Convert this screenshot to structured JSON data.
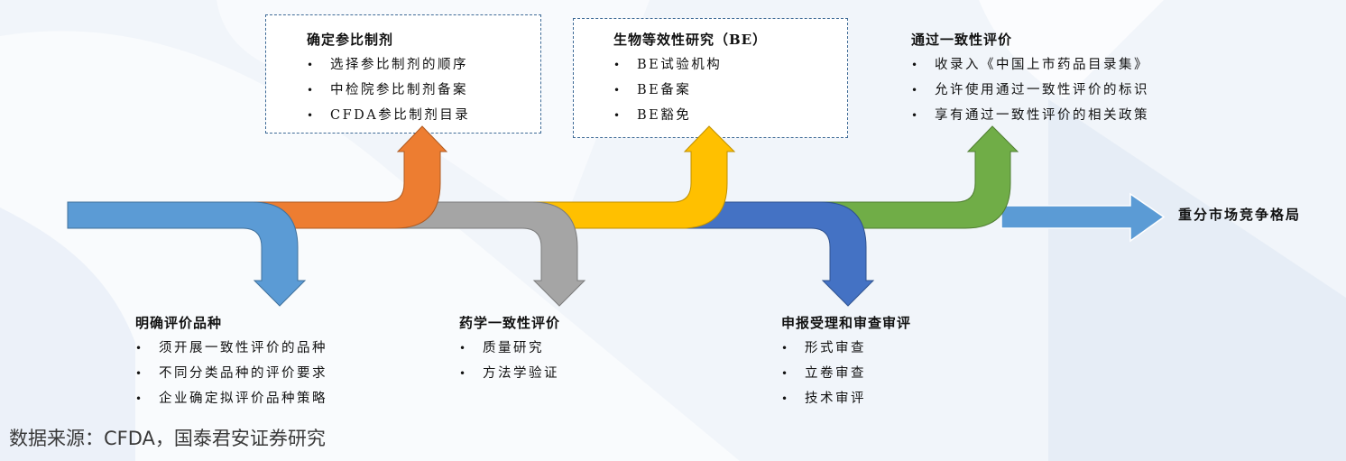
{
  "diagram": {
    "type": "process-flow",
    "colors": {
      "step1": "#5b9bd5",
      "step2": "#ed7d31",
      "step3": "#a5a5a5",
      "step4": "#ffc000",
      "step5": "#4472c4",
      "step6": "#70ad47",
      "final": "#5b9bd5",
      "box_border": "#3f6b97"
    },
    "steps": [
      {
        "title": "明确评价品种",
        "direction": "down",
        "items": [
          "须开展一致性评价的品种",
          "不同分类品种的评价要求",
          "企业确定拟评价品种策略"
        ]
      },
      {
        "title": "确定参比制剂",
        "direction": "up",
        "items": [
          "选择参比制剂的顺序",
          "中检院参比制剂备案",
          "CFDA参比制剂目录"
        ]
      },
      {
        "title": "药学一致性评价",
        "direction": "down",
        "items": [
          "质量研究",
          "方法学验证"
        ]
      },
      {
        "title": "生物等效性研究（BE）",
        "direction": "up",
        "items": [
          "BE试验机构",
          "BE备案",
          "BE豁免"
        ]
      },
      {
        "title": "申报受理和审查审评",
        "direction": "down",
        "items": [
          "形式审查",
          "立卷审查",
          "技术审评"
        ]
      },
      {
        "title": "通过一致性评价",
        "direction": "up",
        "items": [
          "收录入《中国上市药品目录集》",
          "允许使用通过一致性评价的标识",
          "享有通过一致性评价的相关政策"
        ]
      }
    ],
    "outcome": "重分市场竞争格局",
    "bullet": "•"
  },
  "source": "数据来源：CFDA，国泰君安证券研究"
}
